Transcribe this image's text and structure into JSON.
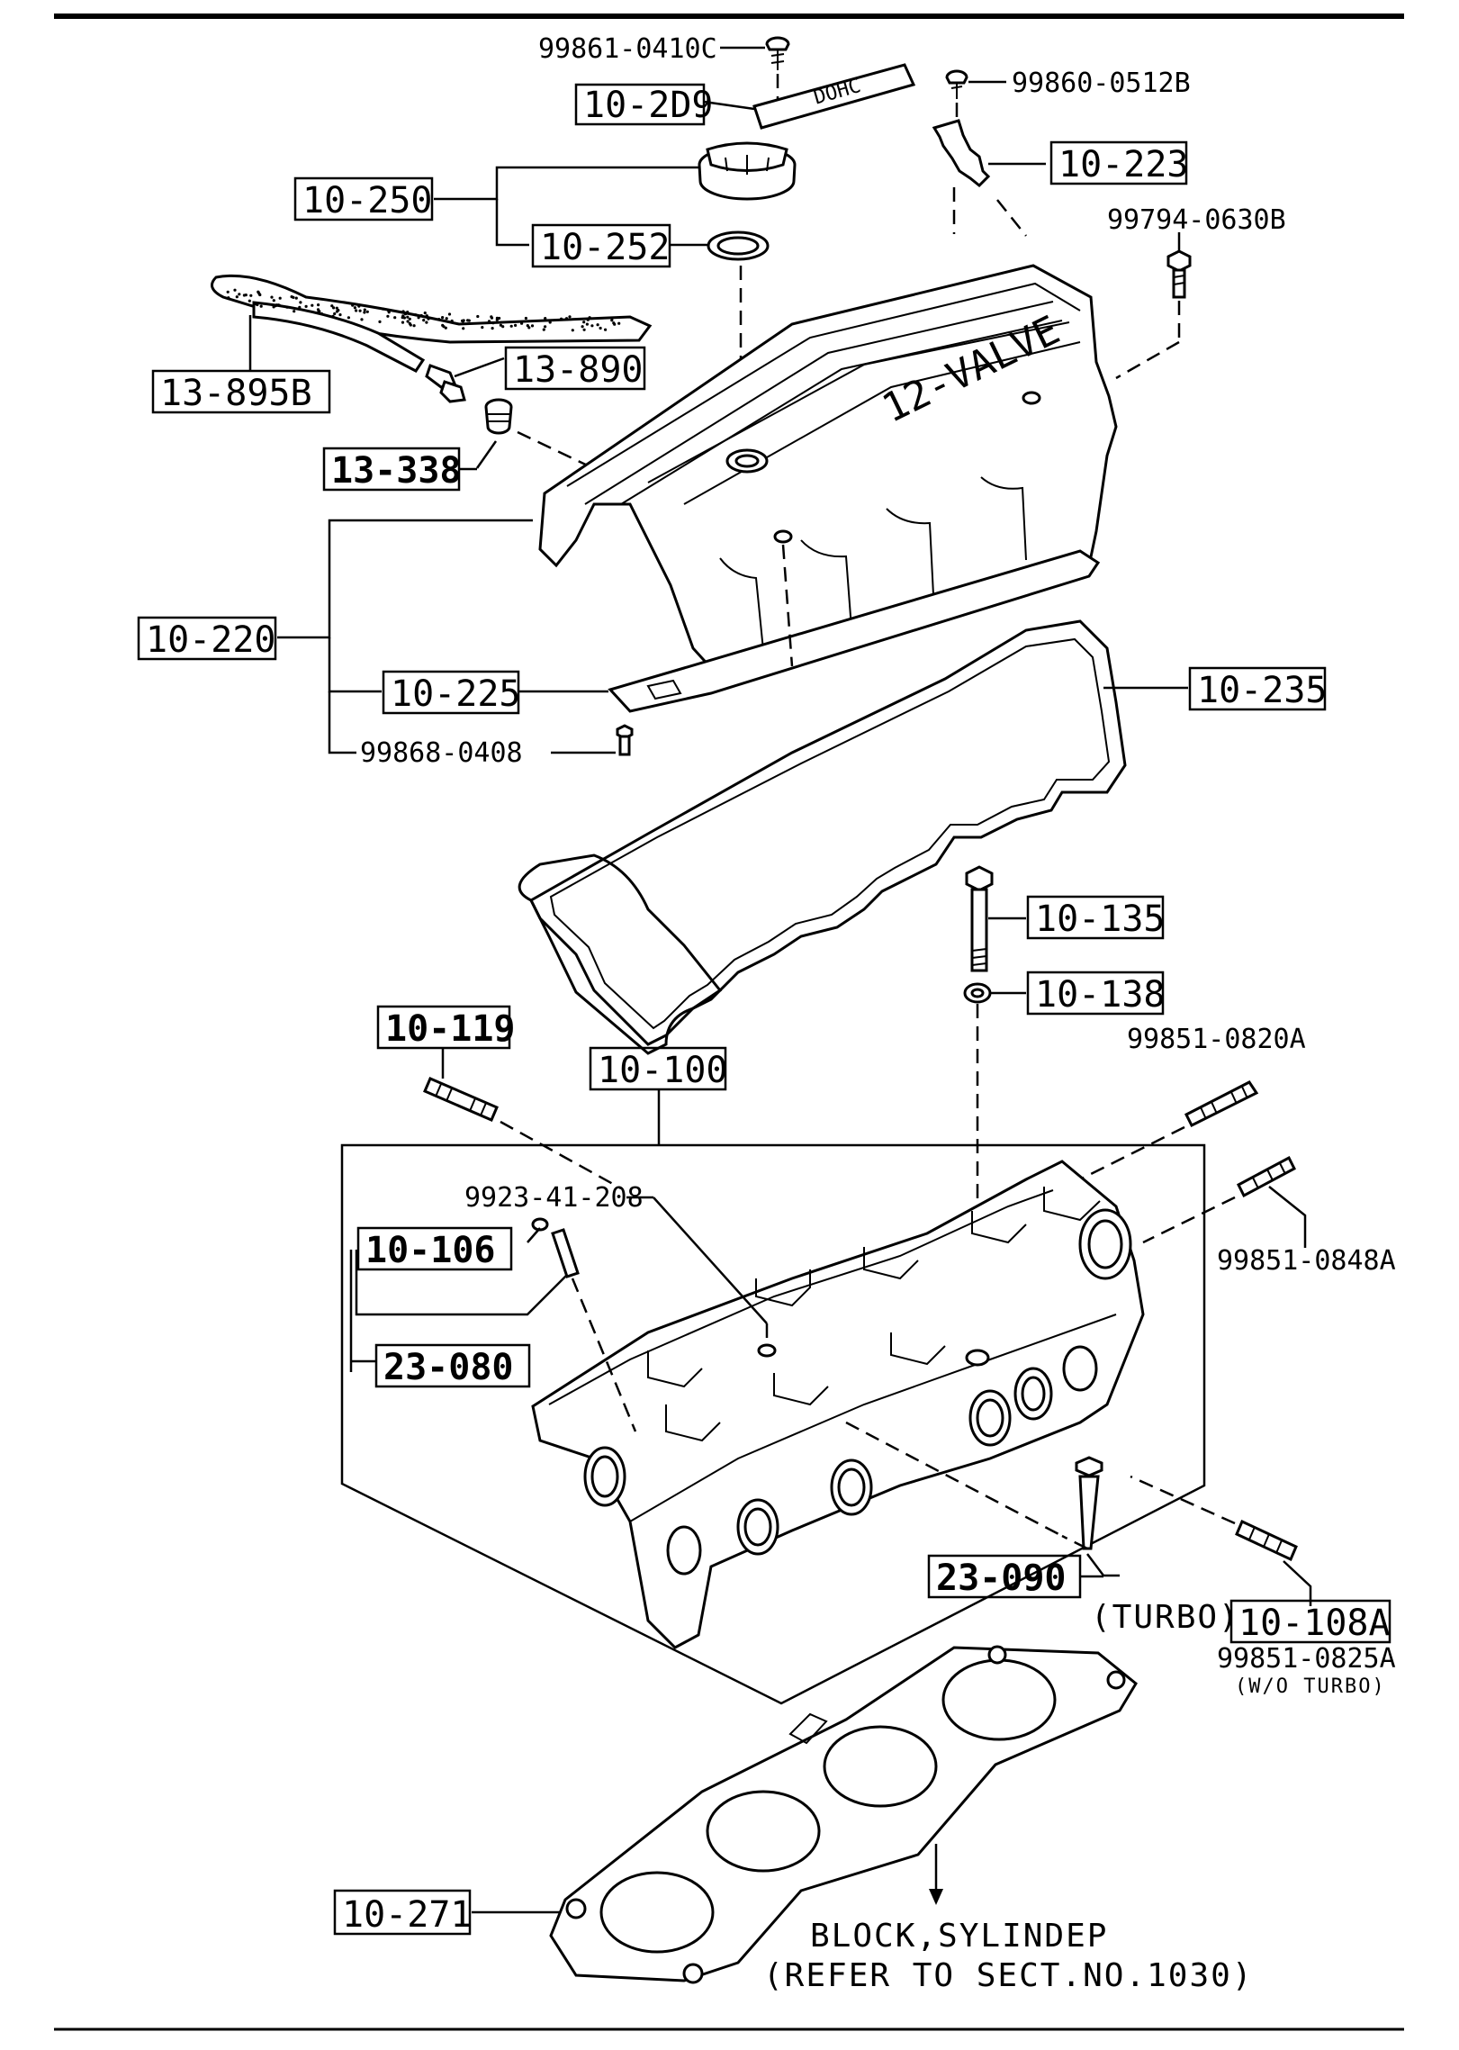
{
  "parts": {
    "p_99861": "99861-0410C",
    "p_10_2d9": "10-2D9",
    "p_99860": "99860-0512B",
    "p_10_223": "10-223",
    "p_10_250": "10-250",
    "p_10_252": "10-252",
    "p_99794": "99794-0630B",
    "p_13_890": "13-890",
    "p_13_895b": "13-895B",
    "p_13_338": "13-338",
    "p_10_220": "10-220",
    "p_10_225": "10-225",
    "p_10_235": "10-235",
    "p_99868": "99868-0408",
    "p_10_135": "10-135",
    "p_10_138": "10-138",
    "p_10_119": "10-119",
    "p_10_100": "10-100",
    "p_99851_0820": "99851-0820A",
    "p_9923": "9923-41-208",
    "p_10_106": "10-106",
    "p_99851_0848": "99851-0848A",
    "p_23_080": "23-080",
    "p_23_090": "23-090",
    "p_10_108a": "10-108A",
    "p_99851_0825": "99851-0825A",
    "p_10_271": "10-271"
  },
  "notes": {
    "turbo": "(TURBO)",
    "wo_turbo": "(W/O TURBO)",
    "block_line1": "BLOCK,SYLINDEP",
    "block_line2": "(REFER TO SECT.NO.1030)",
    "valve_cover_logo": "12-VALVE",
    "plate_logo": "DOHC"
  }
}
